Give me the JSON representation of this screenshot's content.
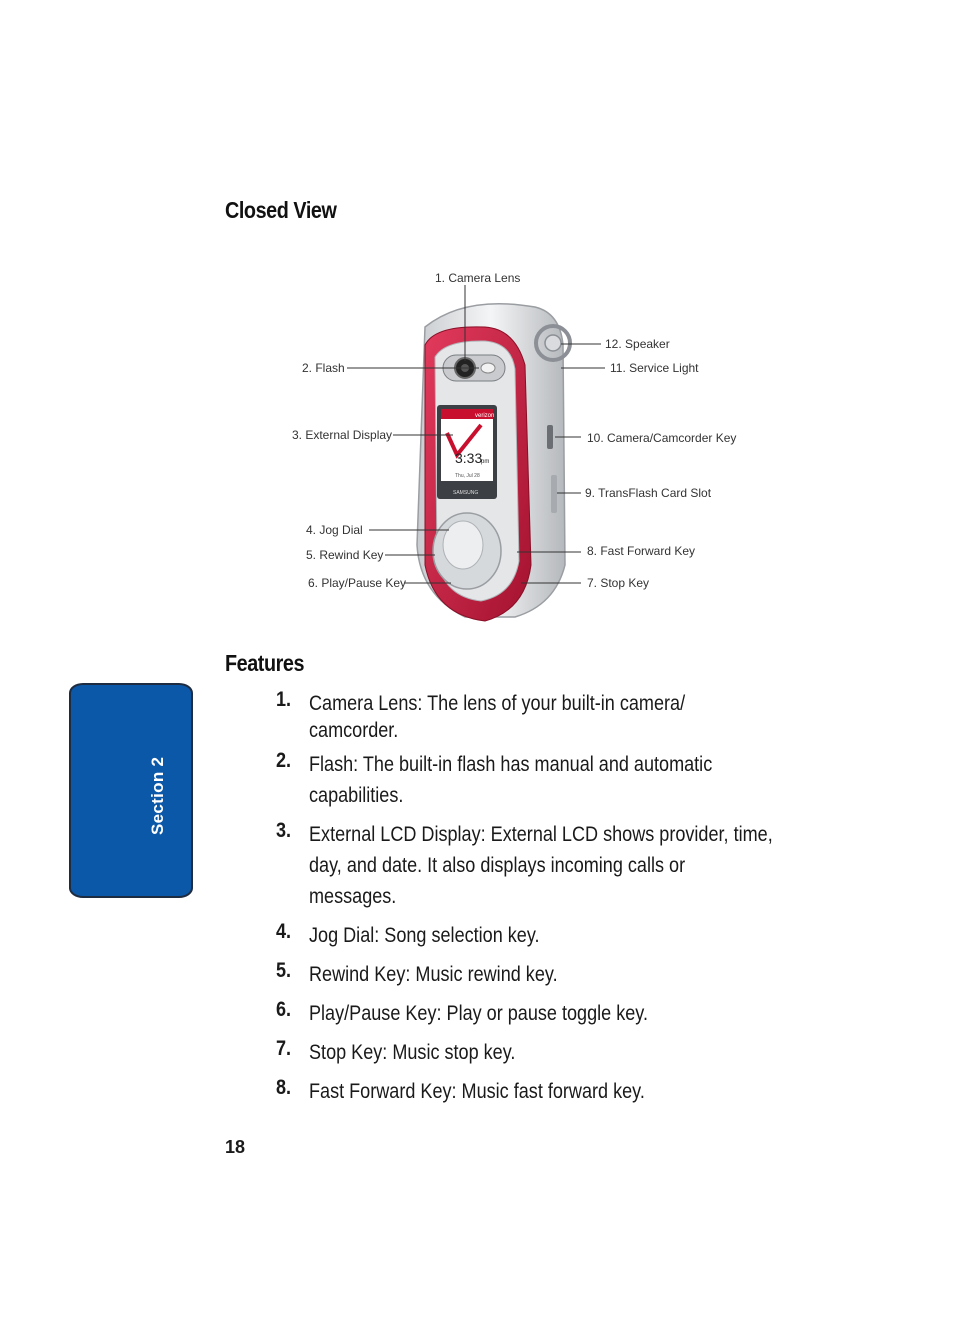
{
  "headings": {
    "closed_view": "Closed View",
    "features": "Features"
  },
  "figure": {
    "callouts": [
      "1. Camera Lens",
      "2. Flash",
      "3. External Display",
      "4. Jog Dial",
      "5. Rewind Key",
      "6. Play/Pause Key",
      "7. Stop Key",
      "8.  Fast Forward Key",
      "9. TransFlash Card Slot",
      "10. Camera/Camcorder Key",
      "11. Service Light",
      "12. Speaker"
    ],
    "screen_time": "3:33",
    "screen_ampm": "pm",
    "screen_date": "Thu, Jul 28",
    "brand": "SAMSUNG",
    "carrier": "verizon"
  },
  "features": [
    {
      "num": "1.",
      "lines": [
        "Camera Lens: The lens of your built-in camera/",
        "camcorder."
      ]
    },
    {
      "num": "2.",
      "lines": [
        "Flash: The built-in flash has manual and automatic",
        "capabilities."
      ]
    },
    {
      "num": "3.",
      "lines": [
        "External LCD Display: External LCD shows provider, time,",
        "day, and date. It also displays incoming calls or",
        "messages."
      ]
    },
    {
      "num": "4.",
      "lines": [
        "Jog Dial: Song selection key."
      ]
    },
    {
      "num": "5.",
      "lines": [
        "Rewind Key: Music rewind key."
      ]
    },
    {
      "num": "6.",
      "lines": [
        "Play/Pause Key: Play or pause toggle key."
      ]
    },
    {
      "num": "7.",
      "lines": [
        "Stop Key: Music stop key."
      ]
    },
    {
      "num": "8.",
      "lines": [
        "Fast Forward Key: Music fast forward key."
      ]
    }
  ],
  "side_tab": {
    "label": "Section 2",
    "color": "#0b57a8"
  },
  "page_number": "18"
}
